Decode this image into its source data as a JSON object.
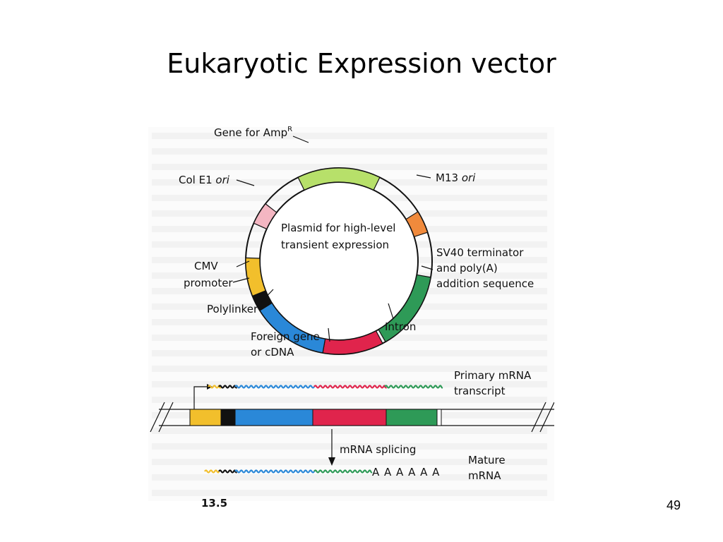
{
  "slide": {
    "title": "Eukaryotic Expression vector",
    "page_number": "49"
  },
  "figure": {
    "plasmid_label_line1": "Plasmid for high-level",
    "plasmid_label_line2": "transient expression",
    "segments": {
      "amp": {
        "label": "Gene for Amp",
        "superscript": "R",
        "color": "#b7e06a"
      },
      "m13": {
        "label": "M13",
        "label_italic": "ori",
        "color": "#f08a3c"
      },
      "sv40": {
        "line1": "SV40 terminator",
        "line2": "and poly(A)",
        "line3": "addition sequence",
        "color": "#2e9a57"
      },
      "intron": {
        "label": "Intron",
        "color": "#e0244c"
      },
      "foreign": {
        "line1": "Foreign gene",
        "line2": "or cDNA",
        "color": "#2a88d8"
      },
      "polylinker": {
        "label": "Polylinker",
        "color": "#111111"
      },
      "cmv": {
        "line1": "CMV",
        "line2": "promoter",
        "color": "#f2bf2c"
      },
      "cole1": {
        "label": "Col E1",
        "label_italic": "ori",
        "color": "#f4b6c2"
      }
    },
    "primary_mrna": {
      "line1": "Primary mRNA",
      "line2": "transcript"
    },
    "splicing_label": "mRNA splicing",
    "mature_mrna": {
      "line1": "Mature",
      "line2": "mRNA",
      "polyA": "A A A A A A"
    },
    "caption_fragment": "13.5"
  }
}
